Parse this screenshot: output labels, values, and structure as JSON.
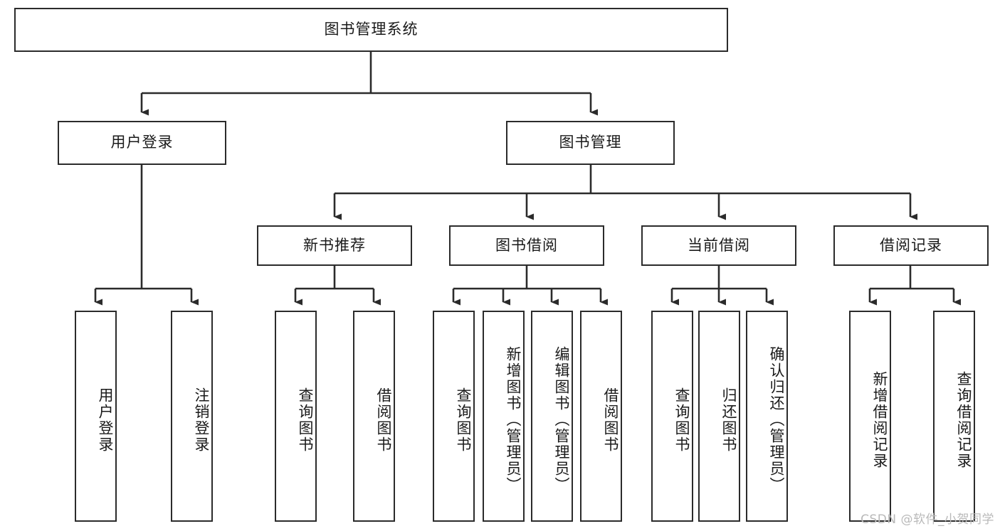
{
  "diagram": {
    "type": "tree",
    "title": "图书管理系统",
    "watermark": "CSDN @软件_小贺同学",
    "colors": {
      "stroke": "#2b2b2b",
      "fill": "#ffffff",
      "text": "#1a1a1a",
      "watermark": "#b9b9b9"
    },
    "nodes": {
      "root": "图书管理系统",
      "level2": [
        "用户登录",
        "图书管理"
      ],
      "level3": [
        "新书推荐",
        "图书借阅",
        "当前借阅",
        "借阅记录"
      ],
      "leaves": {
        "user_login": [
          "用户登录",
          "注销登录"
        ],
        "new_book_rec": [
          "查询图书",
          "借阅图书"
        ],
        "book_borrow": [
          "查询图书",
          "新增图书（管理员）",
          "编辑图书（管理员）",
          "借阅图书"
        ],
        "current_borrow": [
          "查询图书",
          "归还图书",
          "确认归还（管理员）"
        ],
        "borrow_record": [
          "新增借阅记录",
          "查询借阅记录"
        ]
      }
    }
  }
}
